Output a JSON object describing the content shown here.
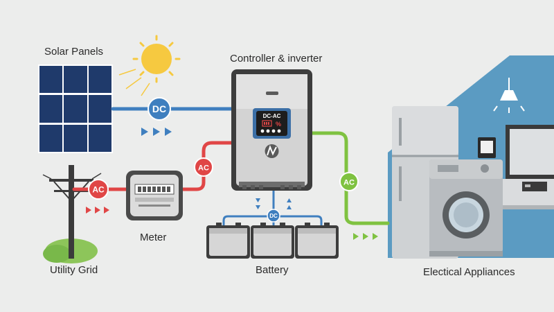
{
  "labels": {
    "solar_panels": "Solar Panels",
    "controller": "Controller & inverter",
    "meter": "Meter",
    "utility_grid": "Utility Grid",
    "battery": "Battery",
    "appliances": "Electical Appliances"
  },
  "badges": {
    "solar_dc": "DC",
    "grid_ac": "AC",
    "meter_ac": "AC",
    "appliance_ac": "AC",
    "battery_dc": "DC"
  },
  "display": {
    "mode": "DC-AC",
    "percent_symbol": "%"
  },
  "colors": {
    "background": "#ecedec",
    "dc_line": "#3f7fbf",
    "ac_grid_line": "#e04646",
    "ac_out_line": "#7fc241",
    "house": "#5b9bc2",
    "panel": "#1f3a6b",
    "sun": "#f6c940"
  },
  "icons": [
    "sun-icon",
    "logo-icon",
    "flow-arrow-icon",
    "lamp-icon",
    "battery-level-icon"
  ]
}
